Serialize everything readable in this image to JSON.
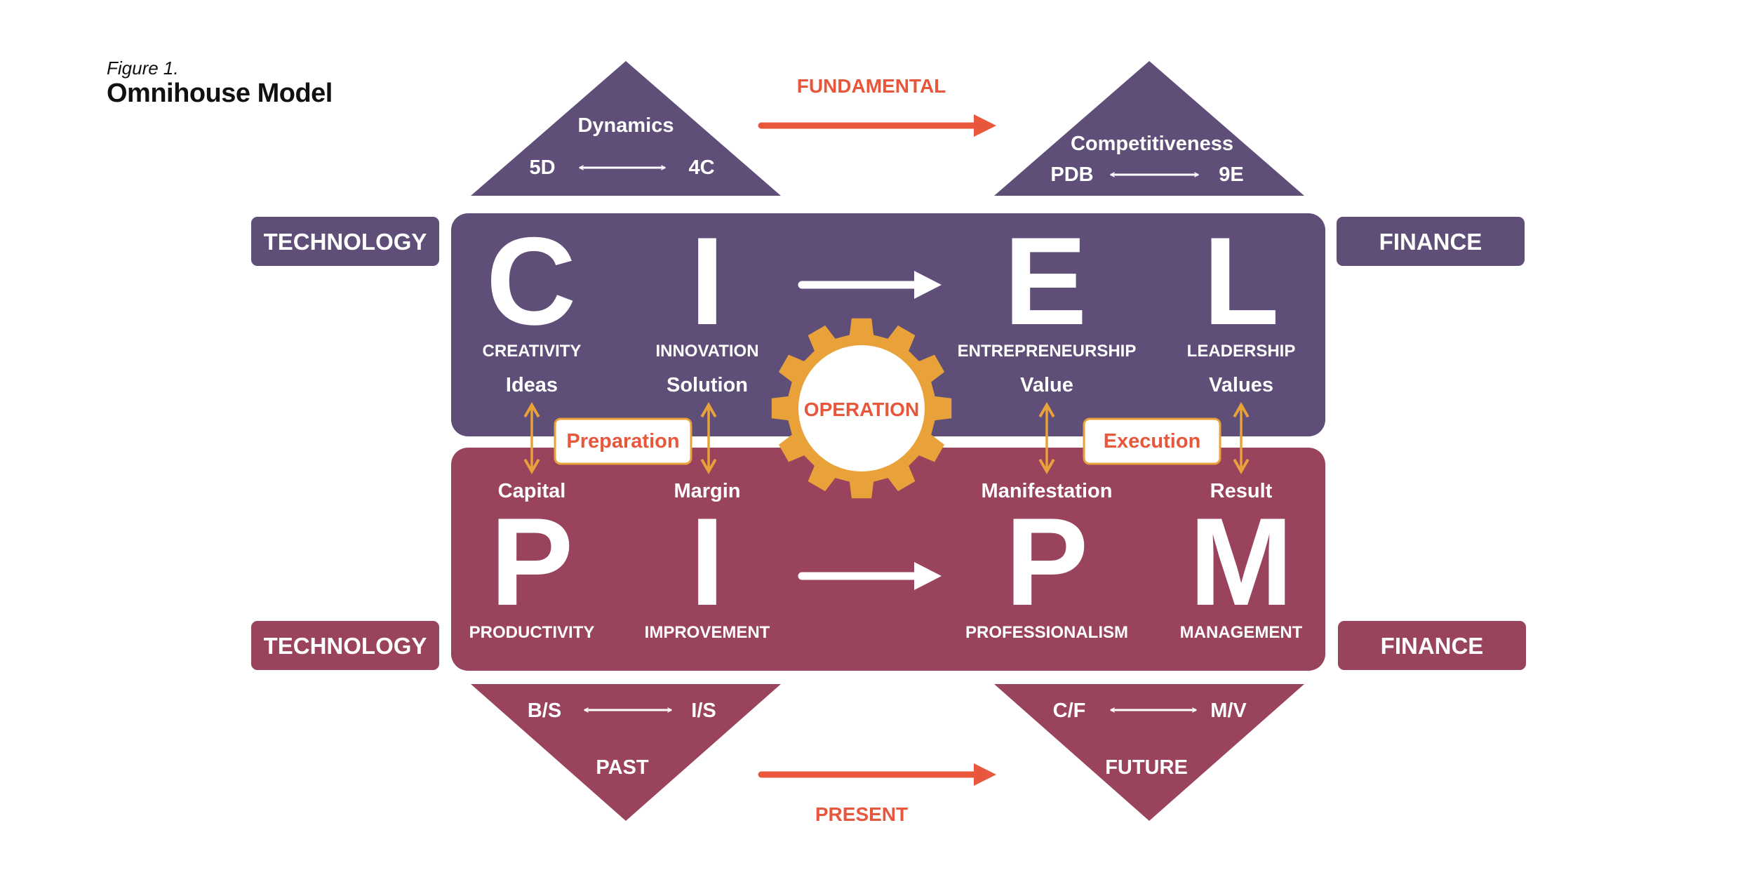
{
  "figure": {
    "label": "Figure 1.",
    "title": "Omnihouse Model"
  },
  "colors": {
    "purple": "#5E4E78",
    "crimson": "#99435D",
    "orange_red": "#E8573C",
    "gold": "#E9A23A",
    "white": "#FFFFFF"
  },
  "top": {
    "arrow_label": "FUNDAMENTAL",
    "left_triangle": {
      "title": "Dynamics",
      "left": "5D",
      "right": "4C"
    },
    "right_triangle": {
      "title": "Competitiveness",
      "left": "PDB",
      "right": "9E"
    }
  },
  "side_tags": {
    "top_left": "TECHNOLOGY",
    "top_right": "FINANCE",
    "bottom_left": "TECHNOLOGY",
    "bottom_right": "FINANCE"
  },
  "upper": {
    "columns": [
      {
        "letter": "C",
        "name": "CREATIVITY",
        "sub": "Ideas"
      },
      {
        "letter": "I",
        "name": "INNOVATION",
        "sub": "Solution"
      },
      {
        "letter": "E",
        "name": "ENTREPRENEURSHIP",
        "sub": "Value"
      },
      {
        "letter": "L",
        "name": "LEADERSHIP",
        "sub": "Values"
      }
    ]
  },
  "middle": {
    "gear_label": "OPERATION",
    "left_label": "Preparation",
    "right_label": "Execution"
  },
  "lower": {
    "columns": [
      {
        "letter": "P",
        "name": "PRODUCTIVITY",
        "sub": "Capital"
      },
      {
        "letter": "I",
        "name": "IMPROVEMENT",
        "sub": "Margin"
      },
      {
        "letter": "P",
        "name": "PROFESSIONALISM",
        "sub": "Manifestation"
      },
      {
        "letter": "M",
        "name": "MANAGEMENT",
        "sub": "Result"
      }
    ]
  },
  "bottom": {
    "arrow_label": "PRESENT",
    "left_triangle": {
      "title": "PAST",
      "left": "B/S",
      "right": "I/S"
    },
    "right_triangle": {
      "title": "FUTURE",
      "left": "C/F",
      "right": "M/V"
    }
  }
}
